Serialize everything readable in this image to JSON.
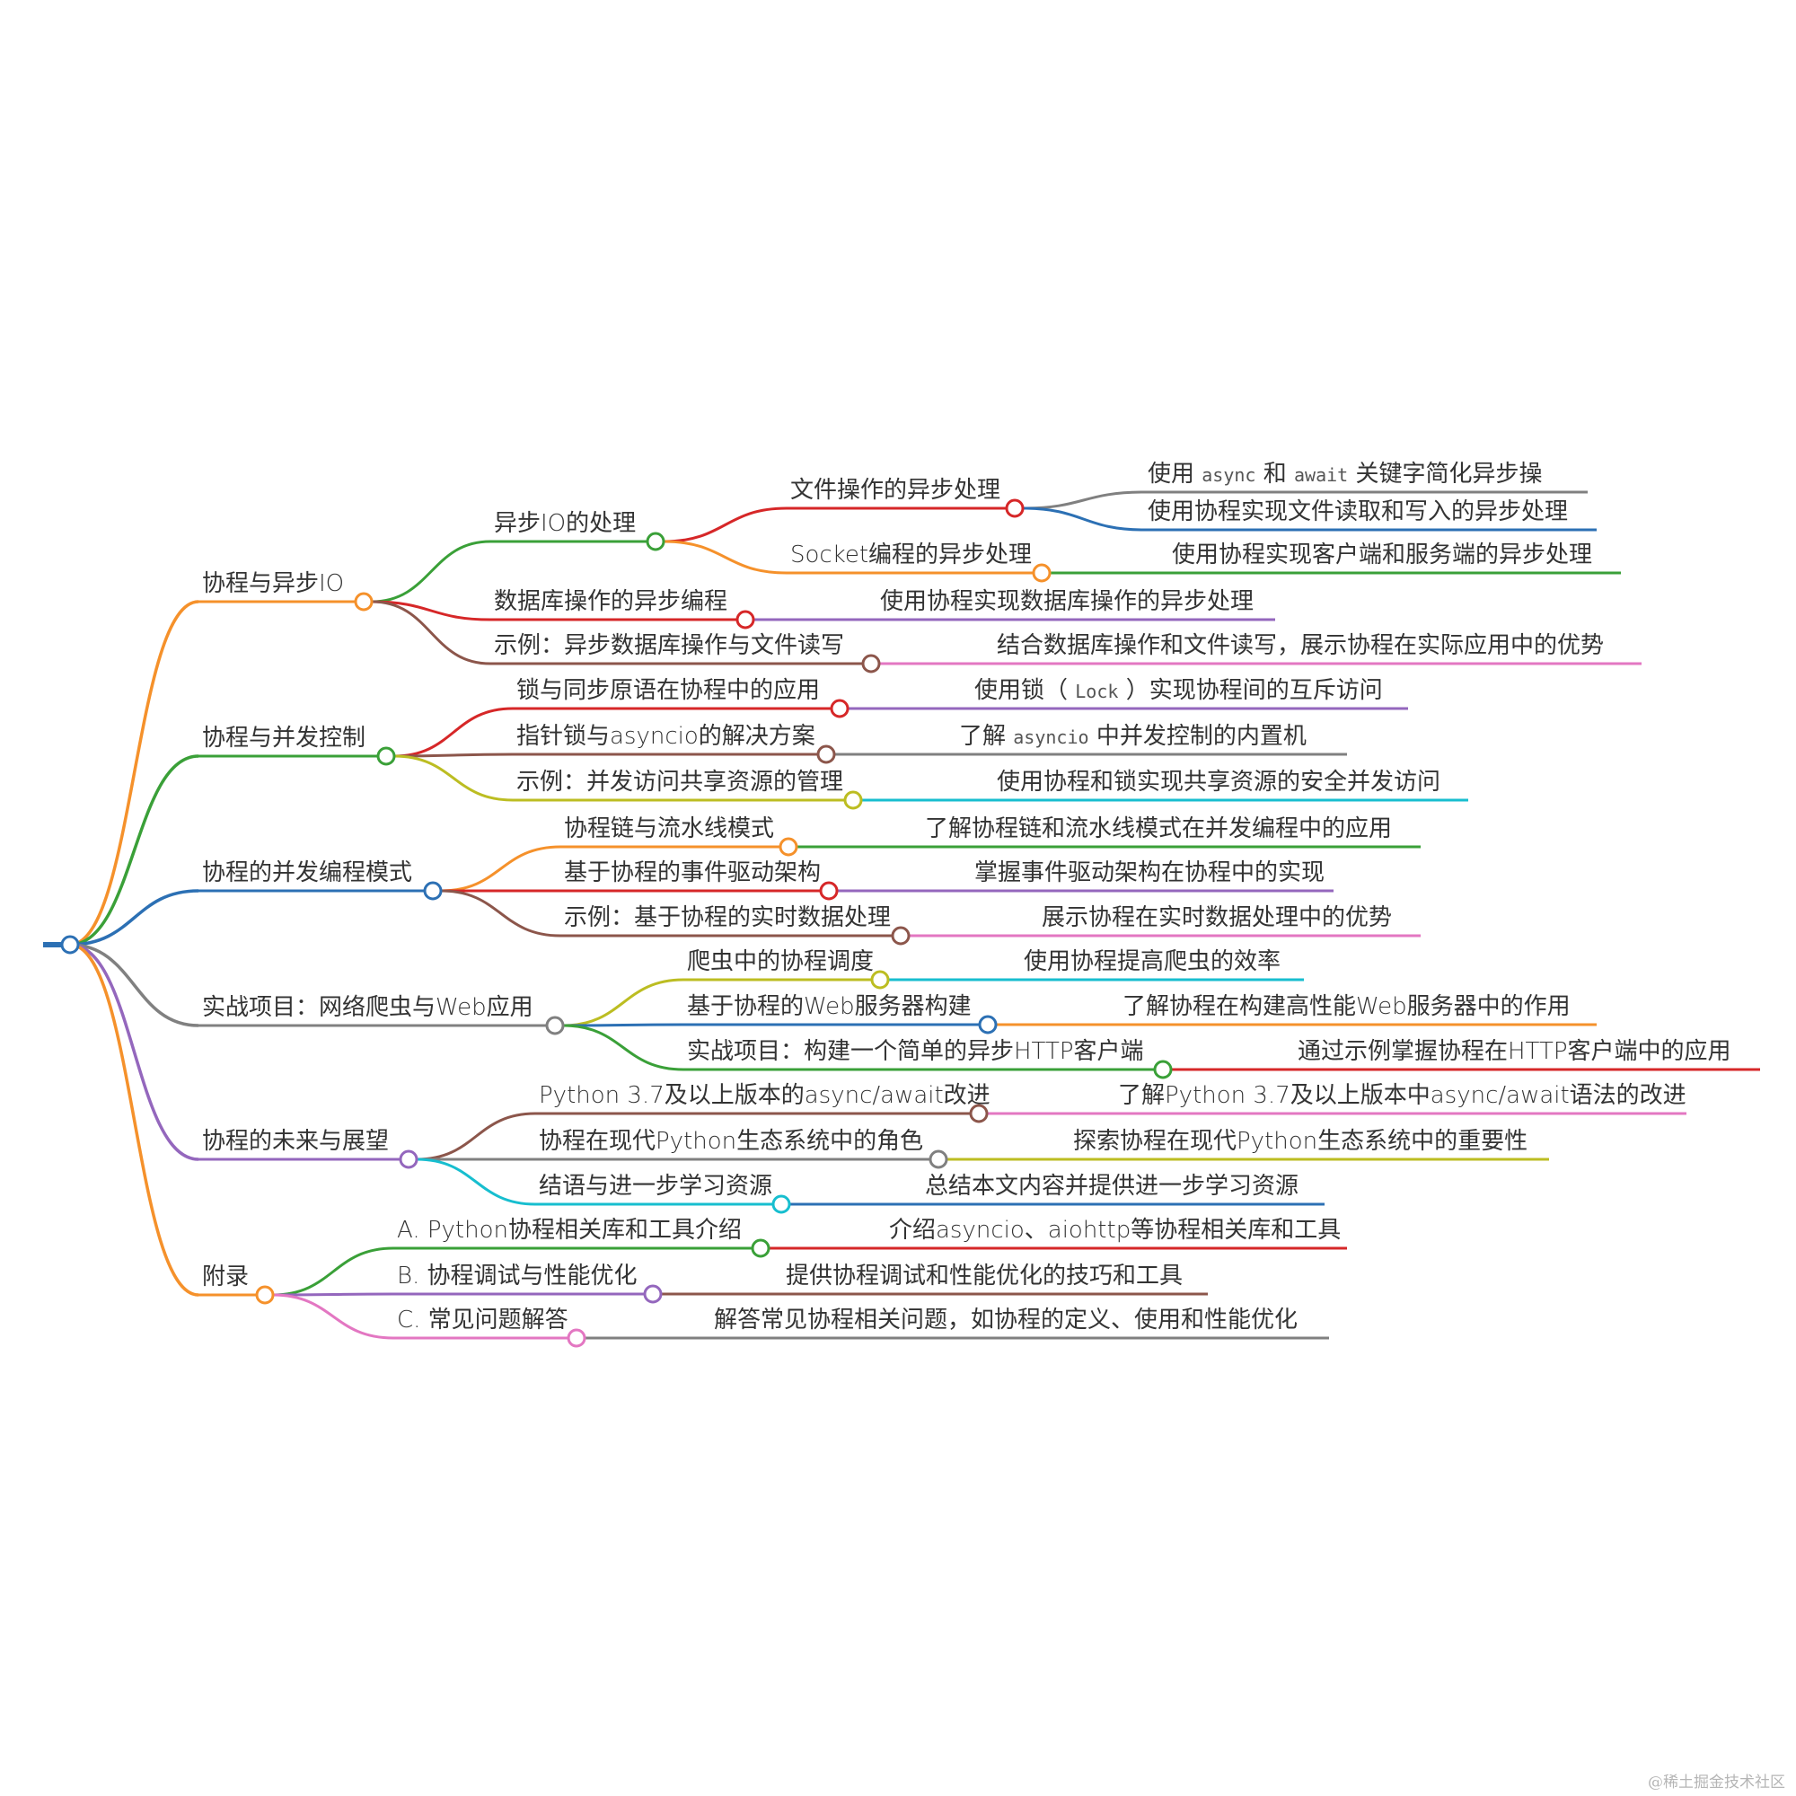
{
  "watermark": "@稀土掘金技术社区",
  "colors": {
    "orange": "#f5912b",
    "green": "#3aa038",
    "blue": "#2c70b4",
    "gray": "#808080",
    "purple": "#9467bd",
    "red": "#d62728",
    "brown": "#8c564b",
    "pink": "#e377c2",
    "olive": "#bcbd22",
    "cyan": "#17becf",
    "root": "#2c70b4"
  },
  "branches": [
    {
      "label": "协程与异步IO",
      "color": "orange",
      "children": [
        {
          "label": "异步IO的处理",
          "color": "green",
          "children": [
            {
              "label": "文件操作的异步处理",
              "color": "red",
              "children": [
                {
                  "segments": [
                    {
                      "t": "使用 "
                    },
                    {
                      "t": "async",
                      "code": true
                    },
                    {
                      "t": " 和 "
                    },
                    {
                      "t": "await",
                      "code": true
                    },
                    {
                      "t": " 关键字简化异步操"
                    }
                  ],
                  "color": "gray"
                },
                {
                  "segments": [
                    {
                      "t": "使用协程实现文件读取和写入的异步处理"
                    }
                  ],
                  "color": "blue"
                }
              ]
            },
            {
              "label": "Socket编程的异步处理",
              "color": "orange",
              "children": [
                {
                  "segments": [
                    {
                      "t": "使用协程实现客户端和服务端的异步处理"
                    }
                  ],
                  "color": "green"
                }
              ]
            }
          ]
        },
        {
          "label": "数据库操作的异步编程",
          "color": "red",
          "children": [
            {
              "segments": [
                {
                  "t": "使用协程实现数据库操作的异步处理"
                }
              ],
              "color": "purple"
            }
          ]
        },
        {
          "label": "示例：异步数据库操作与文件读写",
          "color": "brown",
          "children": [
            {
              "segments": [
                {
                  "t": "结合数据库操作和文件读写，展示协程在实际应用中的优势"
                }
              ],
              "color": "pink"
            }
          ]
        }
      ]
    },
    {
      "label": "协程与并发控制",
      "color": "green",
      "children": [
        {
          "label": "锁与同步原语在协程中的应用",
          "color": "red",
          "children": [
            {
              "segments": [
                {
                  "t": "使用锁（ "
                },
                {
                  "t": "Lock",
                  "code": true
                },
                {
                  "t": " ）实现协程间的互斥访问"
                }
              ],
              "color": "purple"
            }
          ]
        },
        {
          "label": "指针锁与asyncio的解决方案",
          "color": "brown",
          "children": [
            {
              "segments": [
                {
                  "t": "了解 "
                },
                {
                  "t": "asyncio",
                  "code": true
                },
                {
                  "t": " 中并发控制的内置机"
                }
              ],
              "color": "gray"
            }
          ]
        },
        {
          "label": "示例：并发访问共享资源的管理",
          "color": "olive",
          "children": [
            {
              "segments": [
                {
                  "t": "使用协程和锁实现共享资源的安全并发访问"
                }
              ],
              "color": "cyan"
            }
          ]
        }
      ]
    },
    {
      "label": "协程的并发编程模式",
      "color": "blue",
      "children": [
        {
          "label": "协程链与流水线模式",
          "color": "orange",
          "children": [
            {
              "segments": [
                {
                  "t": "了解协程链和流水线模式在并发编程中的应用"
                }
              ],
              "color": "green"
            }
          ]
        },
        {
          "label": "基于协程的事件驱动架构",
          "color": "red",
          "children": [
            {
              "segments": [
                {
                  "t": "掌握事件驱动架构在协程中的实现"
                }
              ],
              "color": "purple"
            }
          ]
        },
        {
          "label": "示例：基于协程的实时数据处理",
          "color": "brown",
          "children": [
            {
              "segments": [
                {
                  "t": "展示协程在实时数据处理中的优势"
                }
              ],
              "color": "pink"
            }
          ]
        }
      ]
    },
    {
      "label": "实战项目：网络爬虫与Web应用",
      "color": "gray",
      "children": [
        {
          "label": "爬虫中的协程调度",
          "color": "olive",
          "children": [
            {
              "segments": [
                {
                  "t": "使用协程提高爬虫的效率"
                }
              ],
              "color": "cyan"
            }
          ]
        },
        {
          "label": "基于协程的Web服务器构建",
          "color": "blue",
          "children": [
            {
              "segments": [
                {
                  "t": "了解协程在构建高性能Web服务器中的作用"
                }
              ],
              "color": "orange"
            }
          ]
        },
        {
          "label": "实战项目：构建一个简单的异步HTTP客户端",
          "color": "green",
          "children": [
            {
              "segments": [
                {
                  "t": "通过示例掌握协程在HTTP客户端中的应用"
                }
              ],
              "color": "red"
            }
          ]
        }
      ]
    },
    {
      "label": "协程的未来与展望",
      "color": "purple",
      "children": [
        {
          "label": "Python 3.7及以上版本的async/await改进",
          "color": "brown",
          "children": [
            {
              "segments": [
                {
                  "t": "了解Python 3.7及以上版本中async/await语法的改进"
                }
              ],
              "color": "pink"
            }
          ]
        },
        {
          "label": "协程在现代Python生态系统中的角色",
          "color": "gray",
          "children": [
            {
              "segments": [
                {
                  "t": "探索协程在现代Python生态系统中的重要性"
                }
              ],
              "color": "olive"
            }
          ]
        },
        {
          "label": "结语与进一步学习资源",
          "color": "cyan",
          "children": [
            {
              "segments": [
                {
                  "t": "总结本文内容并提供进一步学习资源"
                }
              ],
              "color": "blue"
            }
          ]
        }
      ]
    },
    {
      "label": "附录",
      "color": "orange",
      "children": [
        {
          "label": "A. Python协程相关库和工具介绍",
          "color": "green",
          "children": [
            {
              "segments": [
                {
                  "t": "介绍asyncio、aiohttp等协程相关库和工具"
                }
              ],
              "color": "red"
            }
          ]
        },
        {
          "label": "B. 协程调试与性能优化",
          "color": "purple",
          "children": [
            {
              "segments": [
                {
                  "t": "提供协程调试和性能优化的技巧和工具"
                }
              ],
              "color": "brown"
            }
          ]
        },
        {
          "label": "C. 常见问题解答",
          "color": "pink",
          "children": [
            {
              "segments": [
                {
                  "t": "解答常见协程相关问题，如协程的定义、使用和性能优化"
                }
              ],
              "color": "gray"
            }
          ]
        }
      ]
    }
  ]
}
